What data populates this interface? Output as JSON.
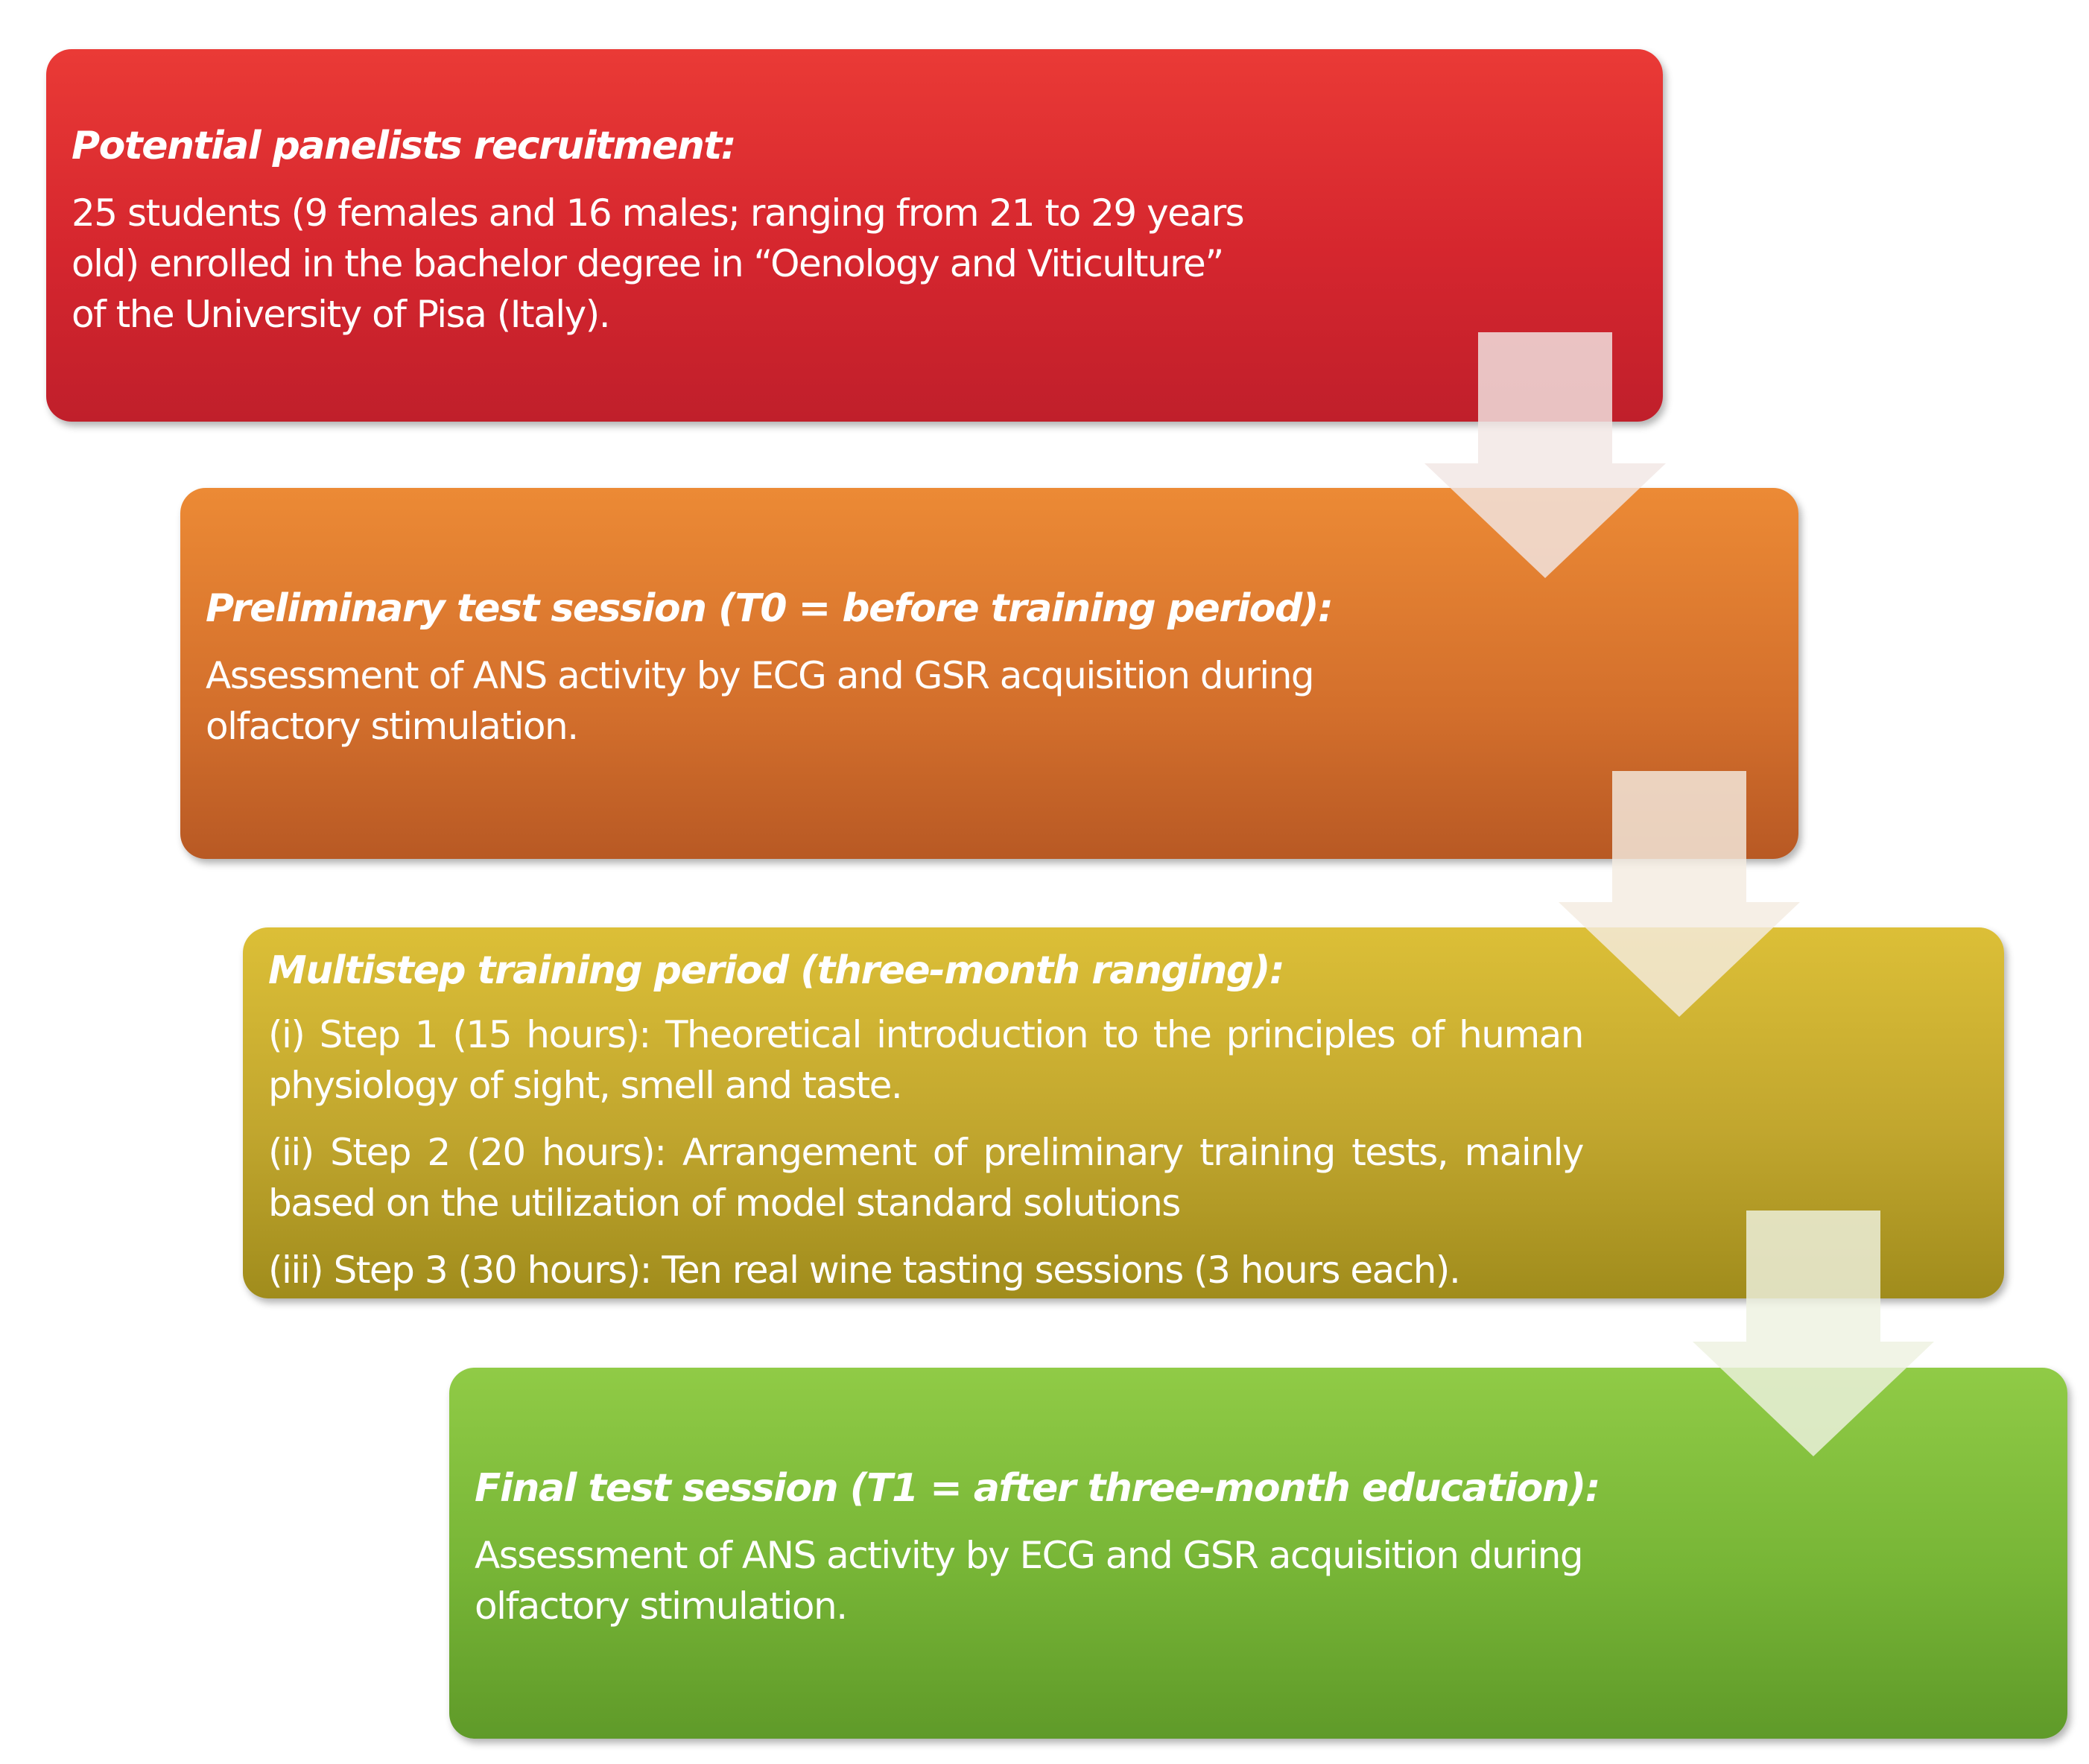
{
  "steps": [
    {
      "title": "Potential panelists recruitment:",
      "body": "25 students (9 females and 16 males; ranging from 21 to 29 years old) enrolled in the bachelor degree in “Oenology and Viticulture” of the University of Pisa (Italy).",
      "color": "#d5262e"
    },
    {
      "title": "Preliminary test session (T0 = before training period):",
      "body": "Assessment of ANS activity by ECG and GSR acquisition during olfactory stimulation.",
      "color": "#d36f2c"
    },
    {
      "title": "Multistep training period (three-month ranging):",
      "items": [
        "(i) Step 1 (15 hours): Theoretical introduction to the principles of human physiology of sight, smell and taste.",
        "(ii) Step 2 (20 hours): Arrangement of preliminary training tests, mainly based on the utilization of model standard solutions",
        "(iii) Step 3 (30 hours): Ten real wine tasting sessions (3 hours each)."
      ],
      "color": "#c1a62e"
    },
    {
      "title": "Final test session (T1 = after three-month education):",
      "body": "Assessment of ANS activity by ECG and GSR acquisition during olfactory stimulation.",
      "color": "#77b536"
    }
  ],
  "arrow_color": "#f1ede6"
}
